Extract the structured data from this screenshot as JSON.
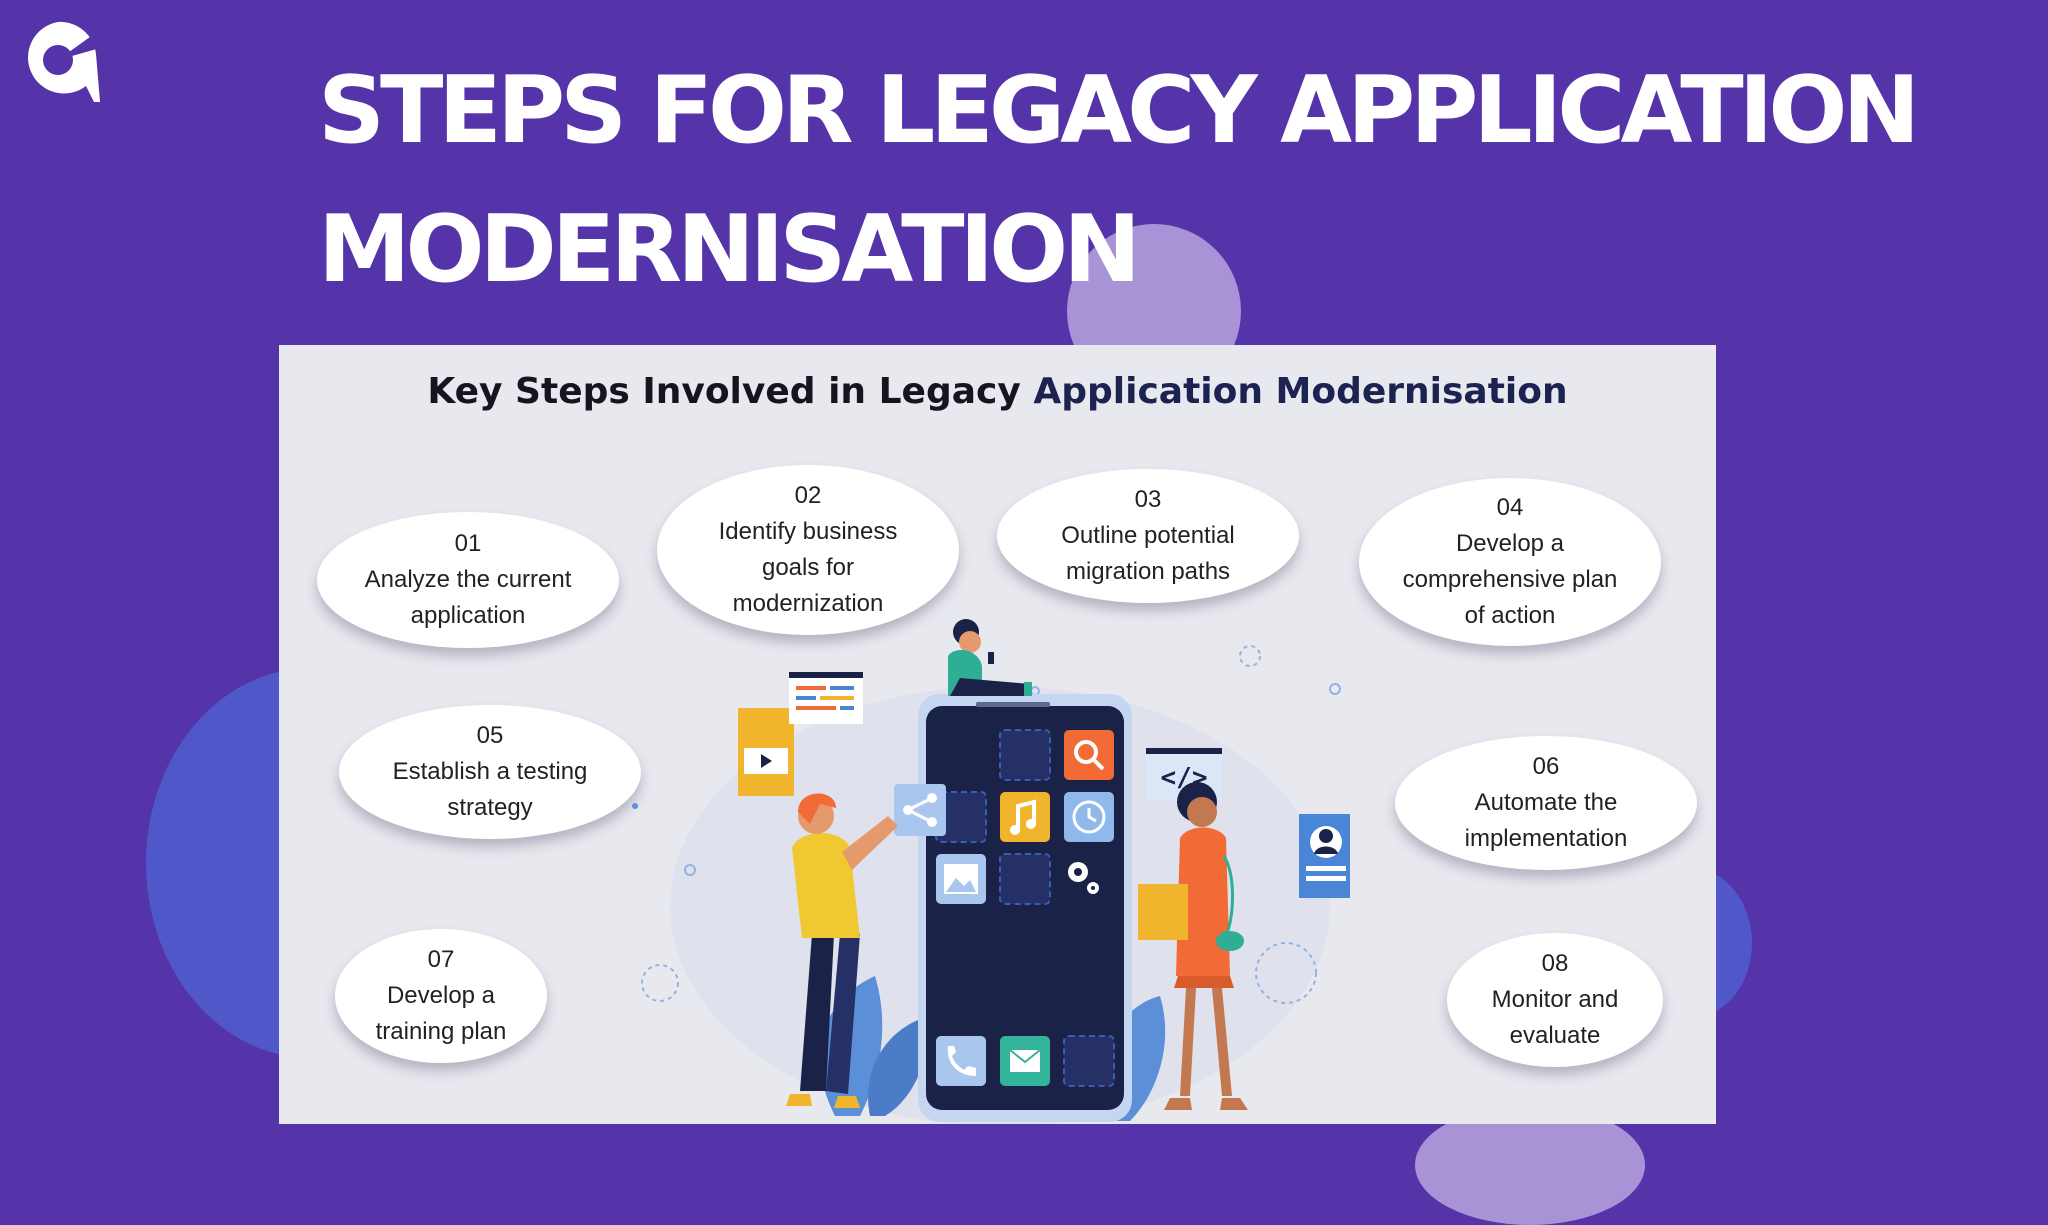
{
  "slide": {
    "title_line1": "STEPS FOR LEGACY APPLICATION",
    "title_line2": "MODERNISATION"
  },
  "logo": {
    "icon": "brand-logo-icon"
  },
  "infographic": {
    "heading_prefix": "Key Steps Involved in Legacy ",
    "heading_highlight": "Application Modernisation",
    "steps": [
      {
        "number": "01",
        "lines": [
          "Analyze the current",
          "application"
        ]
      },
      {
        "number": "02",
        "lines": [
          "Identify business",
          "goals for",
          "modernization"
        ]
      },
      {
        "number": "03",
        "lines": [
          "Outline potential",
          "migration paths"
        ]
      },
      {
        "number": "04",
        "lines": [
          "Develop a",
          "comprehensive plan",
          "of action"
        ]
      },
      {
        "number": "05",
        "lines": [
          "Establish a testing",
          "strategy"
        ]
      },
      {
        "number": "06",
        "lines": [
          "Automate the",
          "implementation"
        ]
      },
      {
        "number": "07",
        "lines": [
          "Develop a",
          "training plan"
        ]
      },
      {
        "number": "08",
        "lines": [
          "Monitor and",
          "evaluate"
        ]
      }
    ],
    "illustration": {
      "code_badge": "</>",
      "icons": [
        "phone-icon",
        "person-sitting-icon",
        "person-pointing-icon",
        "person-holding-folder-icon",
        "video-card-icon",
        "profile-card-icon",
        "search-icon",
        "music-icon",
        "clock-icon",
        "gear-icon",
        "image-icon",
        "call-icon",
        "mail-icon",
        "share-icon"
      ]
    }
  },
  "colors": {
    "background": "#5533a8",
    "panel": "#e8e9ef",
    "accent_orange": "#f26a35",
    "accent_yellow": "#f0b52d",
    "accent_blue": "#4a86d8",
    "phone_screen": "#1b2247"
  }
}
